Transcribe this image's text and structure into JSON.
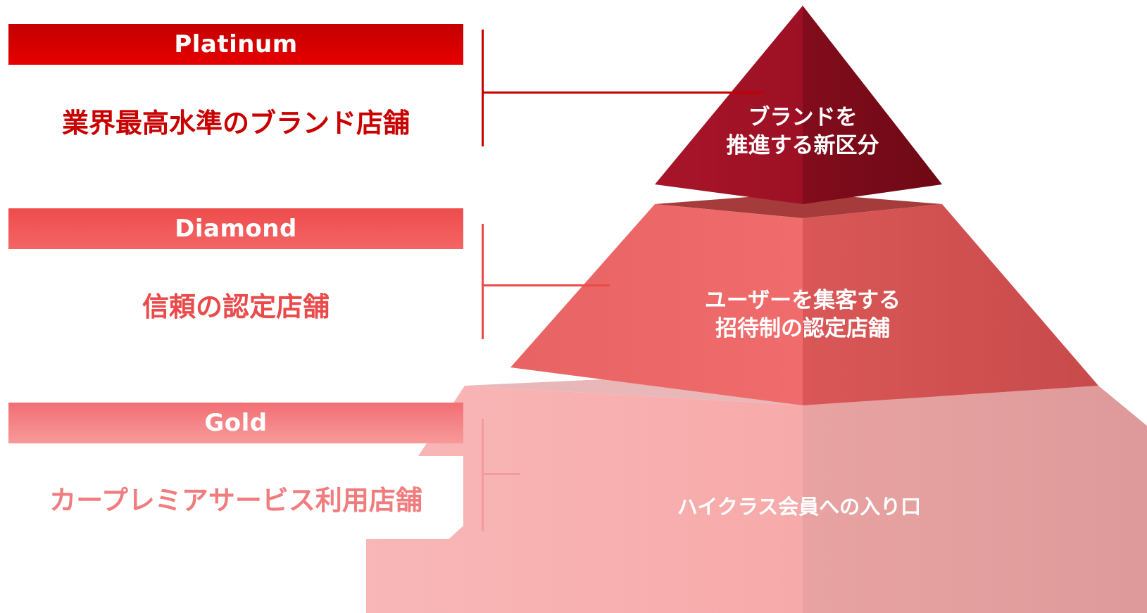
{
  "tiers": [
    {
      "key": "platinum",
      "name": "Platinum",
      "description": "業界最高水準のブランド店舗",
      "pyramid_text": [
        "ブランドを",
        "推進する新区分"
      ]
    },
    {
      "key": "diamond",
      "name": "Diamond",
      "description": "信頼の認定店舗",
      "pyramid_text": [
        "ユーザーを集客する",
        "招待制の認定店舗"
      ]
    },
    {
      "key": "gold",
      "name": "Gold",
      "description": "カープレミアサービス利用店舗",
      "pyramid_text": [
        "ハイクラス会員への入り口"
      ]
    }
  ],
  "colors": {
    "platinum": "#c00000",
    "diamond": "#ec5050",
    "gold": "#f39b9b"
  }
}
